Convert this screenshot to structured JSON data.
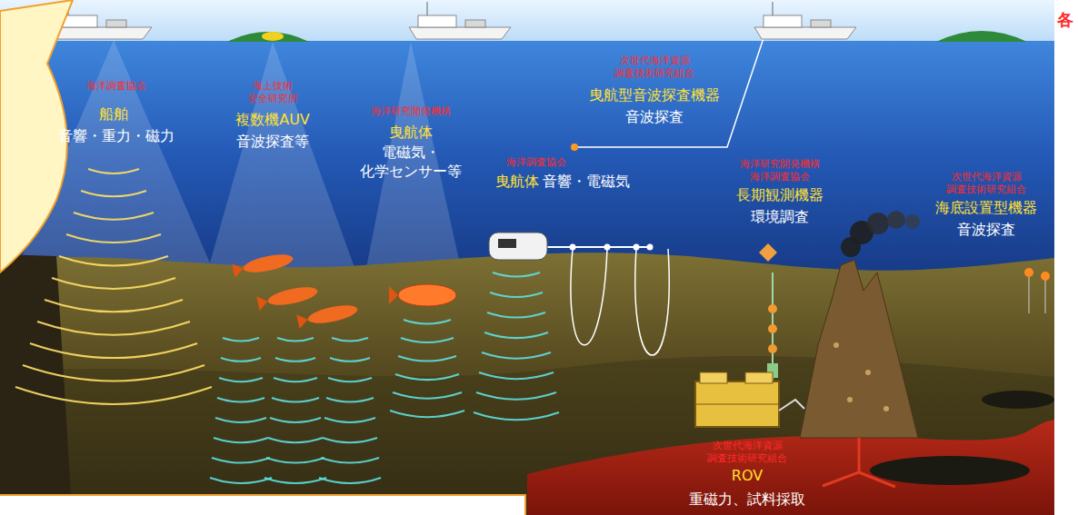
{
  "diagram": {
    "labels": [
      "海洋調査協会",
      "船舶",
      "音響・重力・磁力",
      "海上技術 安全研究所",
      "複数機AUV",
      "音波探査等",
      "海洋研究開発機構",
      "曳航体",
      "電磁気・ 化学センサー等",
      "海洋調査協会",
      "曳航体",
      "音響・電磁気",
      "次世代海洋資源 調査技術研究組合",
      "曳航型音波探査機器",
      "音波探査",
      "海洋研究開発機構 海洋調査協会",
      "長期観測機器",
      "環境調査",
      "次世代海洋資源 調査技術研究組合",
      "海底設置型機器",
      "音波探査",
      "次世代海洋資源 調査技術研究組合",
      "ROV",
      "重磁力、試料採取",
      "各"
    ]
  }
}
